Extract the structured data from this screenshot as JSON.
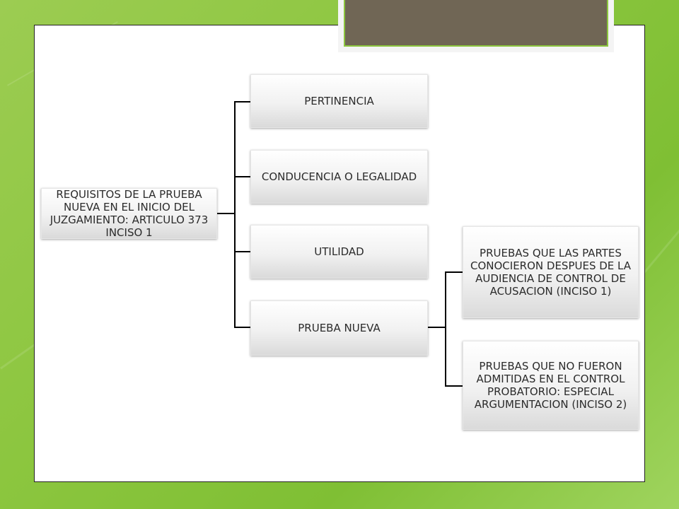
{
  "diagram": {
    "root": {
      "label": "REQUISITOS DE LA PRUEBA NUEVA EN EL INICIO DEL JUZGAMIENTO: ARTICULO 373 INCISO 1"
    },
    "level1": [
      {
        "label": "PERTINENCIA"
      },
      {
        "label": "CONDUCENCIA O LEGALIDAD"
      },
      {
        "label": "UTILIDAD"
      },
      {
        "label": "PRUEBA NUEVA"
      }
    ],
    "level2": [
      {
        "label": "PRUEBAS QUE LAS PARTES CONOCIERON DESPUES DE LA AUDIENCIA DE CONTROL DE ACUSACION (INCISO 1)"
      },
      {
        "label": "PRUEBAS QUE NO FUERON ADMITIDAS EN EL CONTROL PROBATORIO: ESPECIAL ARGUMENTACION (INCISO 2)"
      }
    ]
  },
  "colors": {
    "background": "#8cc63f",
    "title_tab": "#706655",
    "box_gradient_top": "#ffffff",
    "box_gradient_bottom": "#dadada",
    "connector": "#000000"
  }
}
